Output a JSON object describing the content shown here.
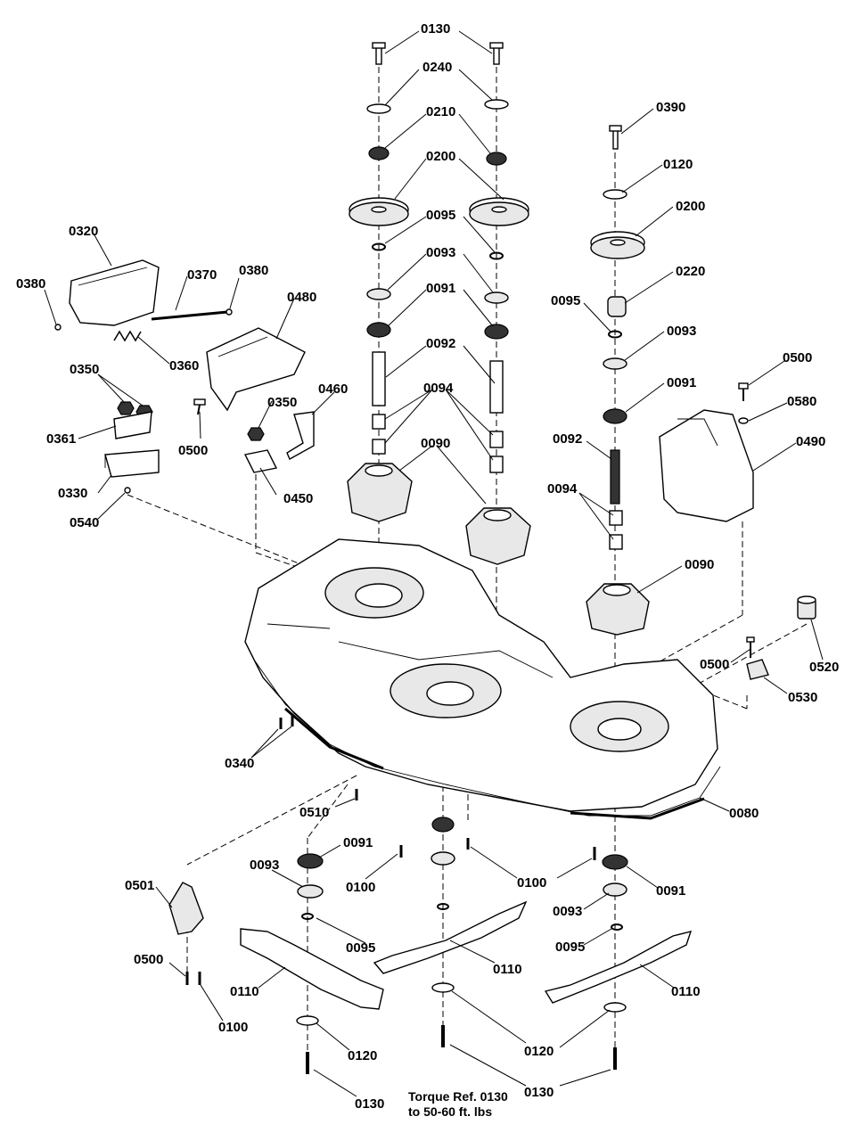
{
  "callouts": {
    "c0130_top": "0130",
    "c0240": "0240",
    "c0210": "0210",
    "c0200_left": "0200",
    "c0095_left": "0095",
    "c0093_top": "0093",
    "c0091_top": "0091",
    "c0092_top": "0092",
    "c0094_top": "0094",
    "c0090_center": "0090",
    "c0390": "0390",
    "c0120_right": "0120",
    "c0200_right": "0200",
    "c0220": "0220",
    "c0095_right": "0095",
    "c0093_right": "0093",
    "c0091_right": "0091",
    "c0092_right": "0092",
    "c0094_right": "0094",
    "c0090_right": "0090",
    "c0320": "0320",
    "c0370": "0370",
    "c0380_left": "0380",
    "c0380_right": "0380",
    "c0480": "0480",
    "c0360": "0360",
    "c0350_left": "0350",
    "c0361": "0361",
    "c0500_left": "0500",
    "c0350_mid": "0350",
    "c0460": "0460",
    "c0330": "0330",
    "c0540": "0540",
    "c0450": "0450",
    "c0500_right": "0500",
    "c0580": "0580",
    "c0490": "0490",
    "c0500_lower": "0500",
    "c0520": "0520",
    "c0530": "0530",
    "c0340": "0340",
    "c0510": "0510",
    "c0080": "0080",
    "c0091_bl": "0091",
    "c0093_bl": "0093",
    "c0100_bl": "0100",
    "c0100_bc": "0100",
    "c0100_br": "0100",
    "c0091_br": "0091",
    "c0501": "0501",
    "c0095_bc": "0095",
    "c0110_center": "0110",
    "c0093_br": "0093",
    "c0095_br": "0095",
    "c0500_bl": "0500",
    "c0110_left": "0110",
    "c0110_right": "0110",
    "c0100_bottom": "0100",
    "c0120_bl": "0120",
    "c0120_bc": "0120",
    "c0130_bl": "0130",
    "c0130_bc": "0130"
  },
  "torque_note": {
    "line1": "Torque Ref. 0130",
    "line2": "to 50-60 ft. lbs"
  }
}
